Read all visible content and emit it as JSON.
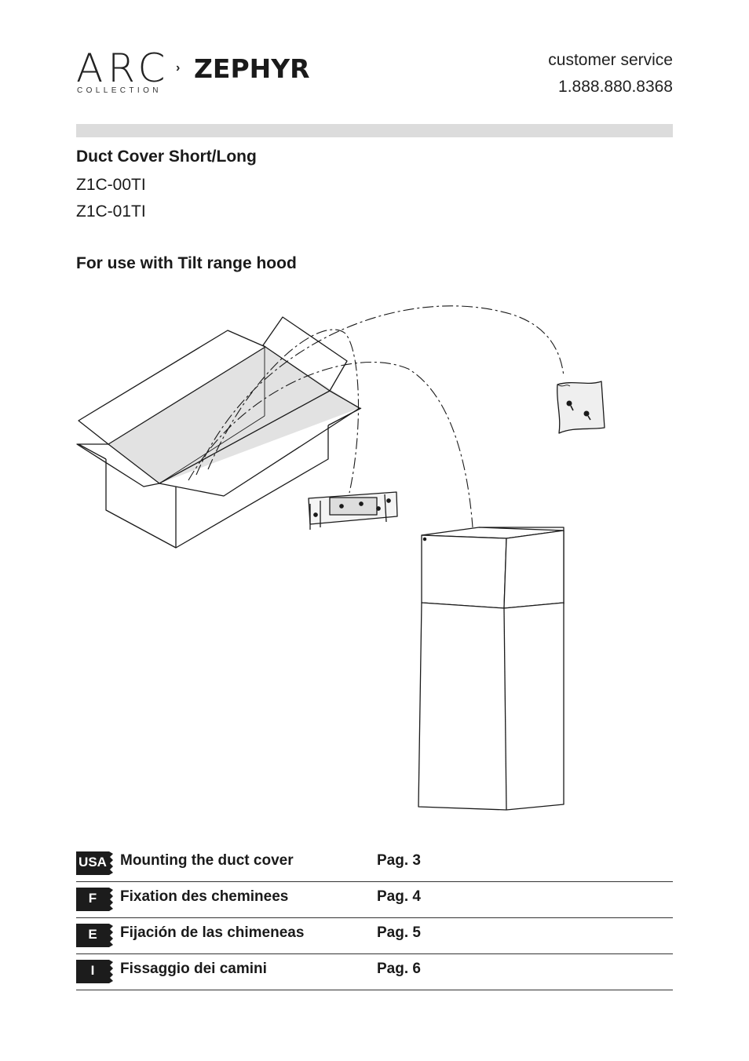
{
  "header": {
    "logo_arc": "ARC",
    "logo_collection": "COLLECTION",
    "logo_brand": "ZEPHYR",
    "customer_service_label": "customer service",
    "customer_service_phone": "1.888.880.8368"
  },
  "document": {
    "title": "Duct Cover Short/Long",
    "models": [
      "Z1C-00TI",
      "Z1C-01TI"
    ],
    "subtitle": "For use with Tilt range hood"
  },
  "toc": [
    {
      "flag": "USA",
      "label": "Mounting the duct cover",
      "page": "Pag. 3"
    },
    {
      "flag": "F",
      "label": "Fixation des cheminees",
      "page": "Pag. 4"
    },
    {
      "flag": "E",
      "label": "Fijación de las chimeneas",
      "page": "Pag. 5"
    },
    {
      "flag": "I",
      "label": "Fissaggio dei camini",
      "page": "Pag. 6"
    }
  ],
  "colors": {
    "text": "#1a1a1a",
    "bar": "#dcdcdc",
    "flag": "#1c1c1c"
  }
}
